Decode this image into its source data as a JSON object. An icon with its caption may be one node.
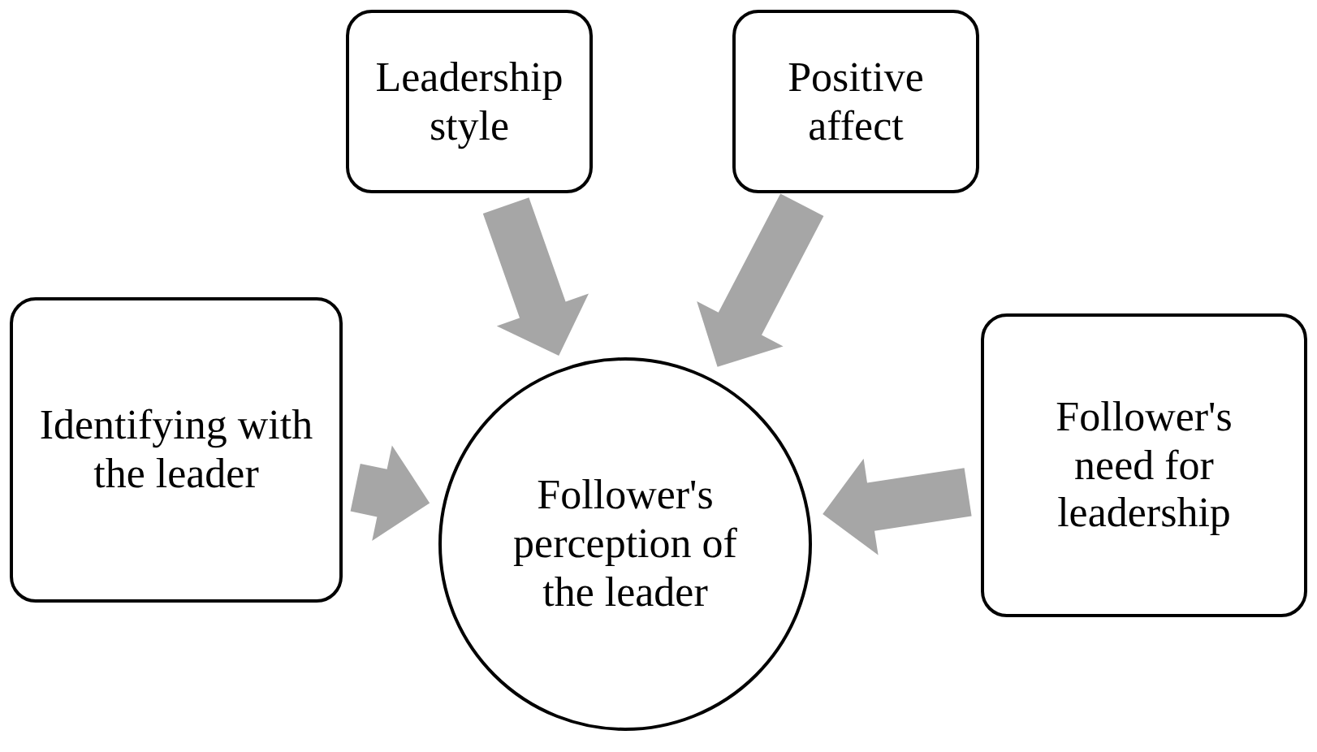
{
  "diagram": {
    "nodes": [
      {
        "text": [
          "Leadership style"
        ]
      },
      {
        "text": [
          "Positive affect"
        ]
      },
      {
        "text": [
          "Identifying with the leader"
        ]
      },
      {
        "text": [
          "Follower's perception of the leader"
        ]
      },
      {
        "text": [
          "Follower's need for leadership"
        ]
      }
    ],
    "edges": [
      {
        "from": 0,
        "to": 3,
        "arrow": "to"
      },
      {
        "from": 1,
        "to": 3,
        "arrow": "to"
      },
      {
        "from": 2,
        "to": 3,
        "arrow": "to"
      },
      {
        "from": 4,
        "to": 3,
        "arrow": "to"
      }
    ]
  }
}
